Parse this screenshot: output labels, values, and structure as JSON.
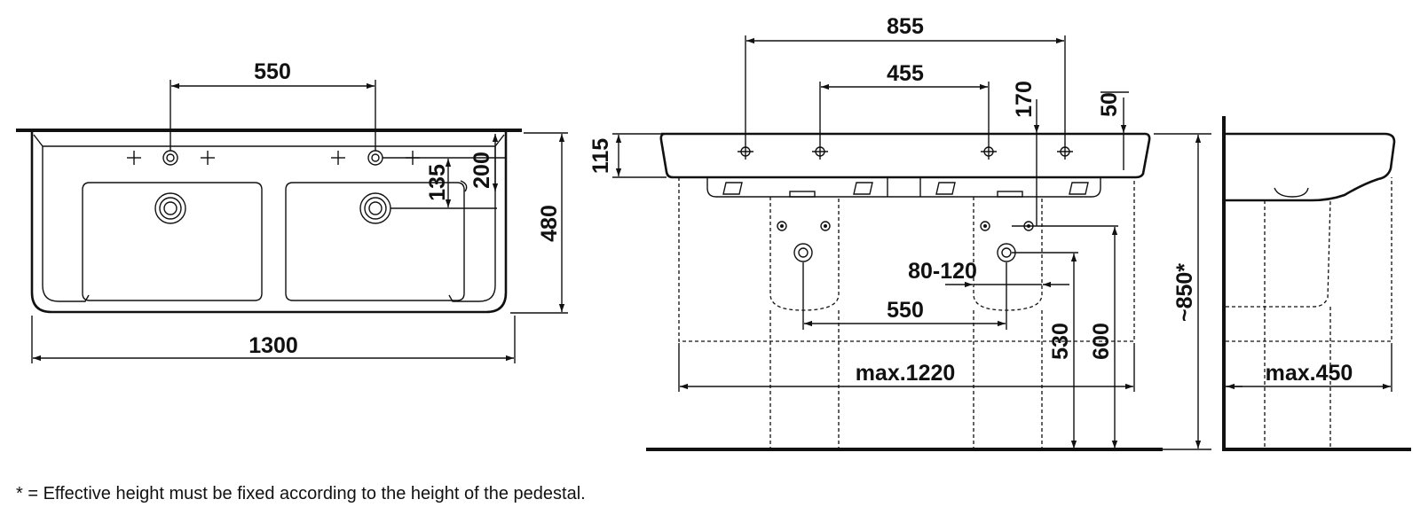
{
  "dimensions": {
    "top_tap_spacing": "550",
    "top_depth": "480",
    "top_width": "1300",
    "top_tap_offset": "200",
    "top_drain_offset": "135",
    "front_width": "855",
    "front_hole_spacing": "455",
    "front_170": "170",
    "front_50": "50",
    "front_115": "115",
    "front_80_120": "80-120",
    "front_waste_spacing": "550",
    "front_max_width": "max.1220",
    "front_530": "530",
    "front_600": "600",
    "front_height": "~850*",
    "side_max_depth": "max.450"
  },
  "footnote": "* = Effective height must be fixed according to the height of the pedestal."
}
